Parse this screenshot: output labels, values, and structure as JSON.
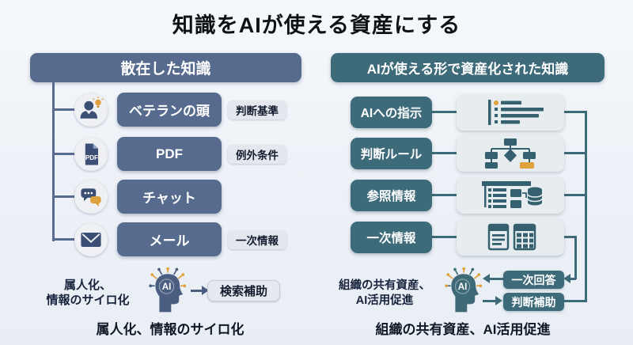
{
  "title": "知識をAIが使える資産にする",
  "left_panel": {
    "header": "散在した知識",
    "items": [
      {
        "label": "ベテランの頭",
        "icon": "person-bulb-icon",
        "tag": "判断基準"
      },
      {
        "label": "PDF",
        "icon": "pdf-file-icon",
        "icon_text": "PDF",
        "tag": null
      },
      {
        "label": "チャット",
        "icon": "chat-bubbles-icon",
        "tag": null
      },
      {
        "label": "メール",
        "icon": "mail-envelope-icon",
        "tag": "一次情報"
      }
    ],
    "tags": {
      "item0": "判断基準",
      "item1": "例外条件",
      "item3": "一次情報"
    },
    "summary": {
      "line1": "属人化、",
      "line2": "情報のサイロ化",
      "ai_label": "AI",
      "result": "検索補助"
    },
    "caption": "属人化、情報のサイロ化"
  },
  "right_panel": {
    "header": "AIが使える形で資産化された知識",
    "items": [
      {
        "label": "AIへの指示",
        "icon": "instruction-list-icon"
      },
      {
        "label": "判断ルール",
        "icon": "flowchart-icon"
      },
      {
        "label": "参照情報",
        "icon": "reference-database-icon"
      },
      {
        "label": "一次情報",
        "icon": "document-table-icon"
      }
    ],
    "summary": {
      "line1": "組織の共有資産、",
      "line2": "AI活用促進",
      "ai_label": "AI",
      "results": [
        "一次回答",
        "判断補助"
      ]
    },
    "caption": "組織の共有資産、AI活用促進"
  },
  "colors": {
    "left_accent": "#566b8d",
    "left_icon": "#3b4f74",
    "right_accent": "#3e6b7a",
    "card_bg": "#e7edef",
    "orange": "#dfa13c",
    "tag_bg": "#e4e8ee",
    "background": "#eef2f8"
  }
}
